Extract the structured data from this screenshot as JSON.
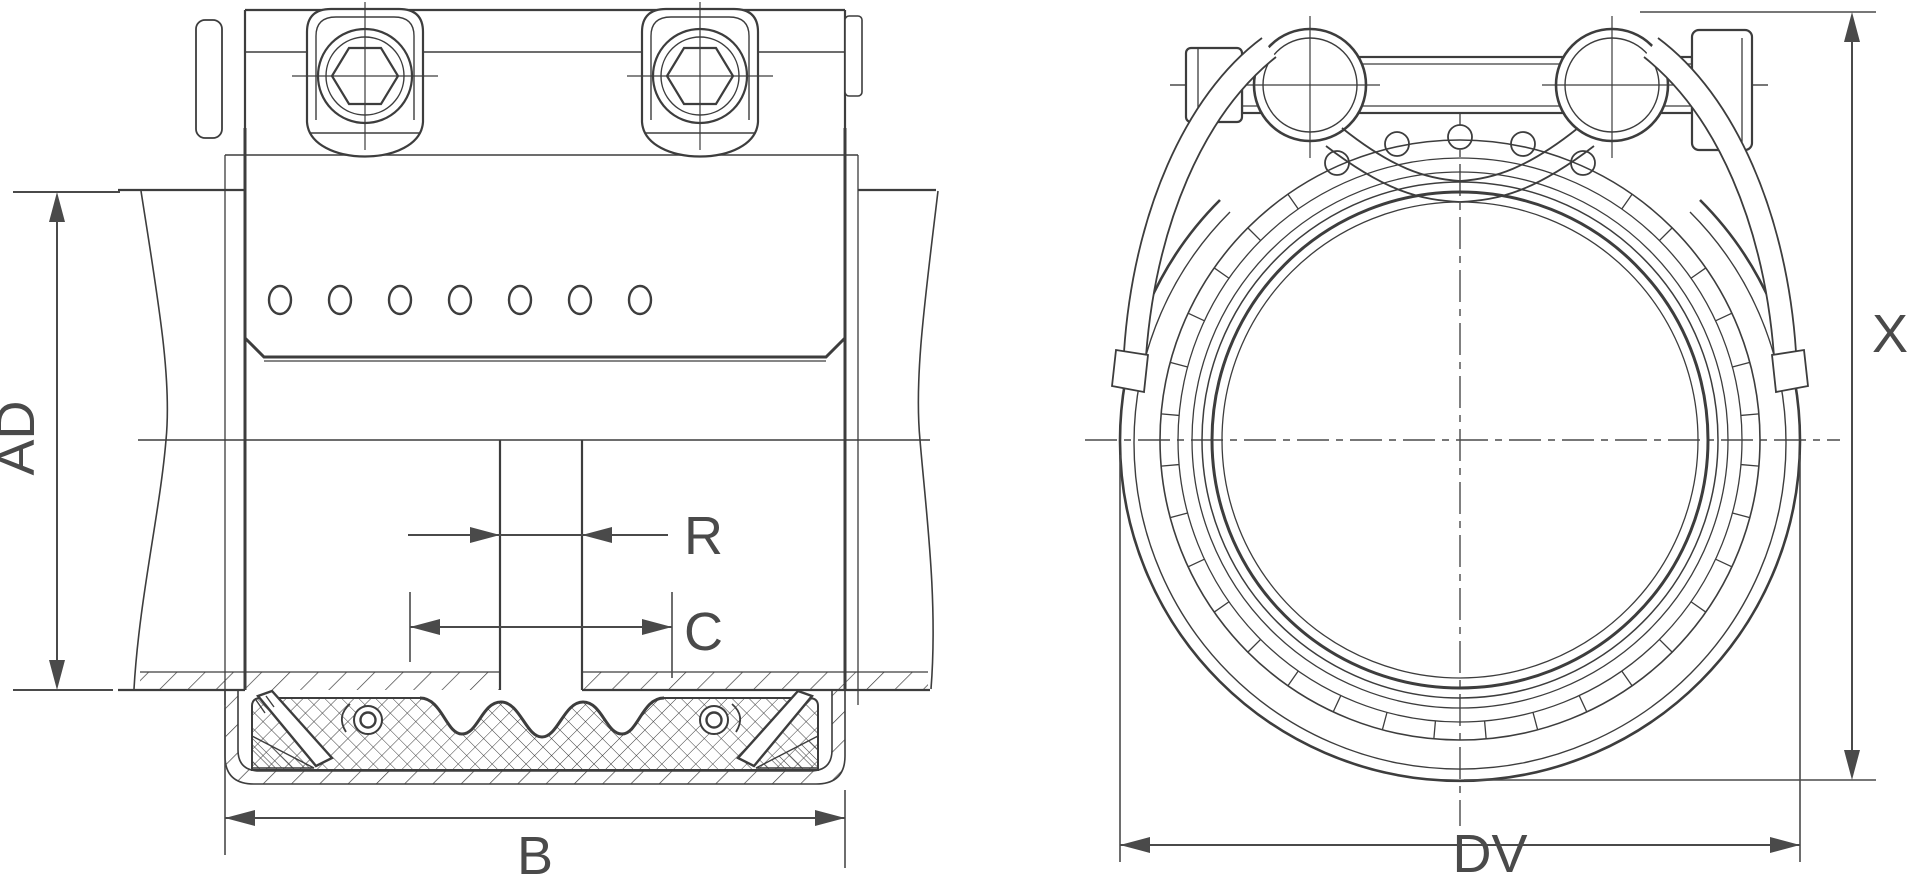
{
  "drawing": {
    "type": "technical-drawing",
    "subject": "pipe-coupling two-view dimensional drawing",
    "colors": {
      "background": "#ffffff",
      "line": "#3d3d3d",
      "dimension": "#4a4a4a",
      "text": "#4a4a4a"
    },
    "left_view": {
      "name": "Longitudinal half-section view",
      "labels": {
        "ad": "AD",
        "r": "R",
        "c": "C",
        "b": "B"
      }
    },
    "right_view": {
      "name": "End view",
      "labels": {
        "x": "X",
        "dv": "DV"
      }
    }
  }
}
